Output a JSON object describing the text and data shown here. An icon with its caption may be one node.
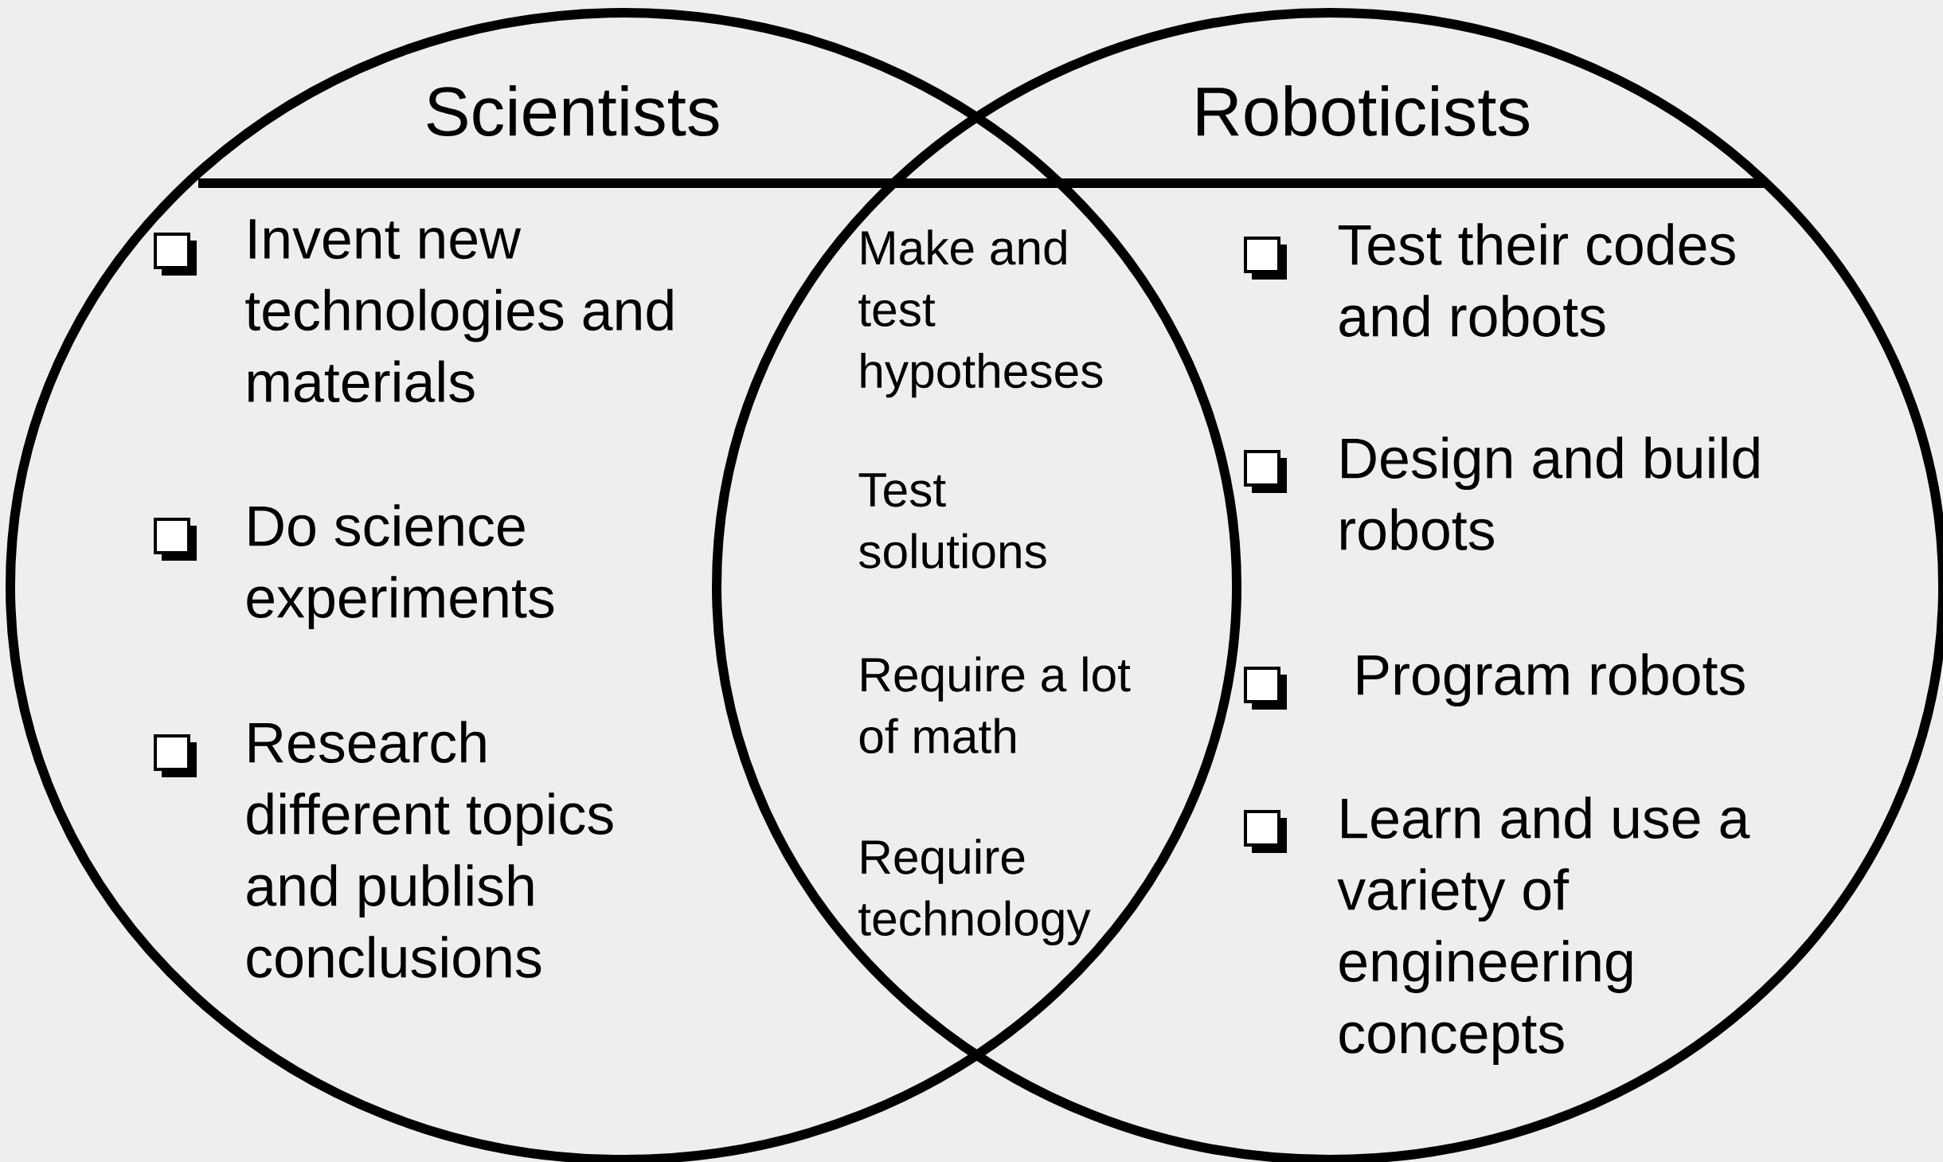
{
  "diagram": {
    "nodes": [
      {
        "text": [
          "Scientists",
          "Invent new technologies and materials",
          "Do science experiments",
          "Research different topics and publish conclusions"
        ]
      },
      {
        "text": [
          "Roboticists",
          "Test their codes and robots",
          "Design and build robots",
          "Program robots",
          "Learn and use a variety of engineering concepts"
        ]
      }
    ],
    "labels": [
      "Make and test hypotheses",
      "Test solutions",
      "Require a lot of math",
      "Require technology"
    ]
  }
}
